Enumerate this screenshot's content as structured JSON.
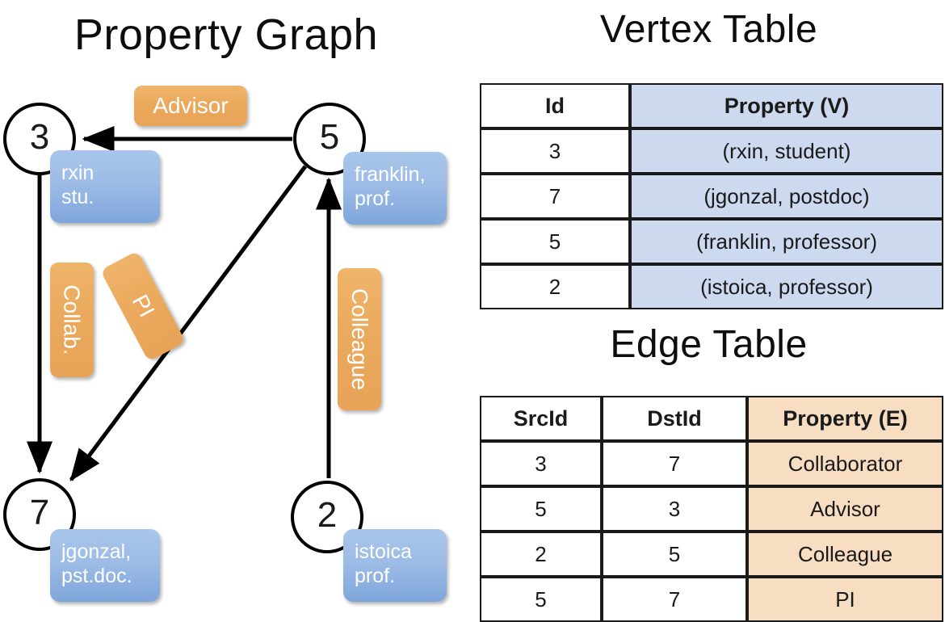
{
  "graph": {
    "title": "Property Graph",
    "nodes": [
      {
        "id": "3",
        "name": "node-3",
        "property_lines": [
          "rxin",
          "stu."
        ]
      },
      {
        "id": "5",
        "name": "node-5",
        "property_lines": [
          "franklin,",
          "prof."
        ]
      },
      {
        "id": "7",
        "name": "node-7",
        "property_lines": [
          "jgonzal,",
          "pst.doc."
        ]
      },
      {
        "id": "2",
        "name": "node-2",
        "property_lines": [
          "istoica",
          "prof."
        ]
      }
    ],
    "edge_labels": [
      {
        "name": "advisor",
        "label": "Advisor",
        "from": "5",
        "to": "3"
      },
      {
        "name": "collab",
        "label": "Collab.",
        "from": "3",
        "to": "7"
      },
      {
        "name": "pi",
        "label": "PI",
        "from": "5",
        "to": "7"
      },
      {
        "name": "colleague",
        "label": "Colleague",
        "from": "2",
        "to": "5"
      }
    ]
  },
  "vertex_table": {
    "title": "Vertex Table",
    "headers": [
      "Id",
      "Property (V)"
    ],
    "rows": [
      [
        "3",
        "(rxin, student)"
      ],
      [
        "7",
        "(jgonzal, postdoc)"
      ],
      [
        "5",
        "(franklin, professor)"
      ],
      [
        "2",
        "(istoica, professor)"
      ]
    ]
  },
  "edge_table": {
    "title": "Edge Table",
    "headers": [
      "SrcId",
      "DstId",
      "Property (E)"
    ],
    "rows": [
      [
        "3",
        "7",
        "Collaborator"
      ],
      [
        "5",
        "3",
        "Advisor"
      ],
      [
        "2",
        "5",
        "Colleague"
      ],
      [
        "5",
        "7",
        "PI"
      ]
    ]
  },
  "colors": {
    "vertex_header_fill": "#ccd9ef",
    "edge_header_fill": "#f7dec2",
    "vertex_box_blue": "#9dbce6",
    "edge_box_orange": "#eaa95c",
    "stroke": "#1a1a1a",
    "background": "#ffffff"
  }
}
